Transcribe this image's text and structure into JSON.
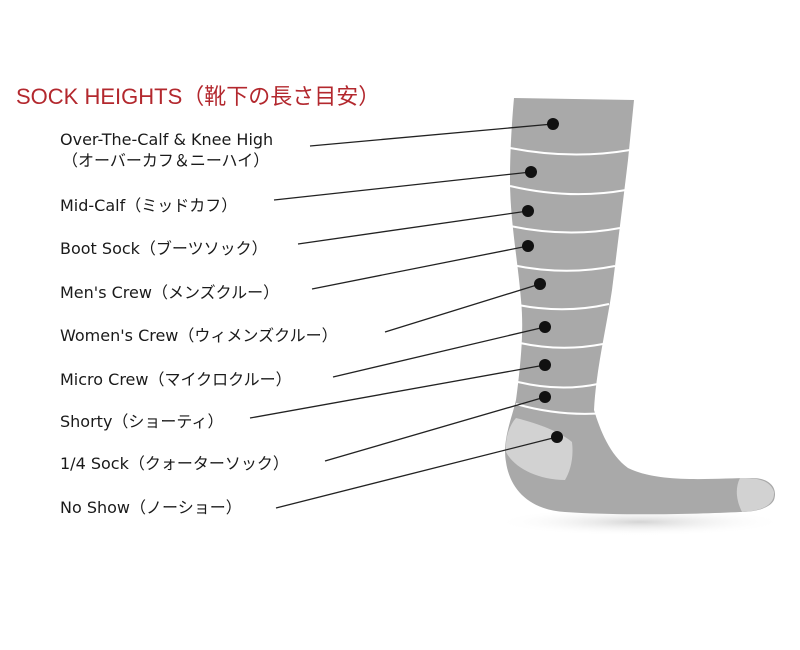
{
  "title": "SOCK HEIGHTS（靴下の長さ目安）",
  "colors": {
    "title": "#b3282e",
    "sock_body": "#a9a9a9",
    "sock_heel_toe": "#d2d2d2",
    "band_line": "#ffffff",
    "marker": "#111111"
  },
  "heights": [
    {
      "label": "Over-The-Calf & Knee High",
      "sub": "（オーバーカフ＆ニーハイ）"
    },
    {
      "label": "Mid-Calf（ミッドカフ）"
    },
    {
      "label": "Boot Sock（ブーツソック）"
    },
    {
      "label": "Men's Crew（メンズクルー）"
    },
    {
      "label": "Women's Crew（ウィメンズクルー）"
    },
    {
      "label": "Micro Crew（マイクロクルー）"
    },
    {
      "label": "Shorty（ショーティ）"
    },
    {
      "label": "1/4 Sock（クォーターソック）"
    },
    {
      "label": "No Show（ノーショー）"
    }
  ]
}
